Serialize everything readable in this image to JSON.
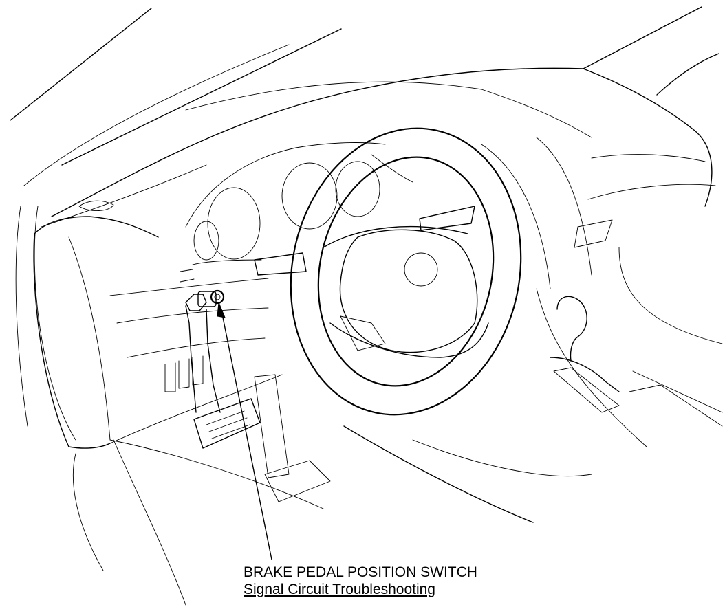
{
  "diagram": {
    "components": [
      "brake-pedal-position-switch"
    ],
    "callout": {
      "part_name": "BRAKE PEDAL POSITION SWITCH",
      "link_text": "Signal Circuit Troubleshooting"
    },
    "colors": {
      "line": "#000000",
      "background": "#ffffff"
    }
  }
}
